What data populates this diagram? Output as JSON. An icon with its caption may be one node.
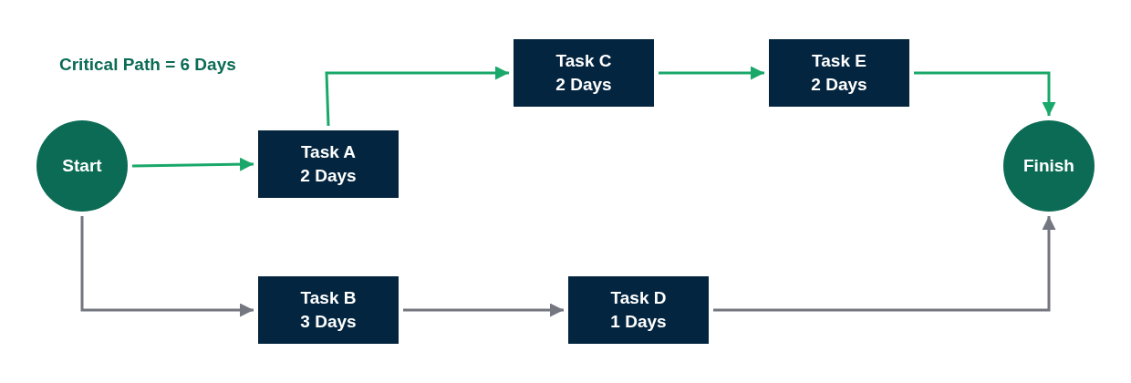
{
  "diagram": {
    "nodes": [
      {
        "text": [
          "Start"
        ]
      },
      {
        "text": [
          "Task A",
          "2 Days"
        ]
      },
      {
        "text": [
          "Task C",
          "2 Days"
        ]
      },
      {
        "text": [
          "Task E",
          "2 Days"
        ]
      },
      {
        "text": [
          "Finish"
        ]
      },
      {
        "text": [
          "Task B",
          "3 Days"
        ]
      },
      {
        "text": [
          "Task D",
          "1 Days"
        ]
      }
    ],
    "edges": [
      {
        "from": 0,
        "to": 1,
        "arrow": "to"
      },
      {
        "from": 1,
        "to": 2,
        "arrow": "to"
      },
      {
        "from": 2,
        "to": 3,
        "arrow": "to"
      },
      {
        "from": 3,
        "to": 4,
        "arrow": "to"
      },
      {
        "from": 0,
        "to": 5,
        "arrow": "to",
        "color": "#747680"
      },
      {
        "from": 5,
        "to": 6,
        "arrow": "to",
        "color": "#747680"
      },
      {
        "from": 6,
        "to": 4,
        "arrow": "to",
        "color": "#747680"
      }
    ],
    "labels": [
      "Critical Path = 6 Days"
    ]
  }
}
